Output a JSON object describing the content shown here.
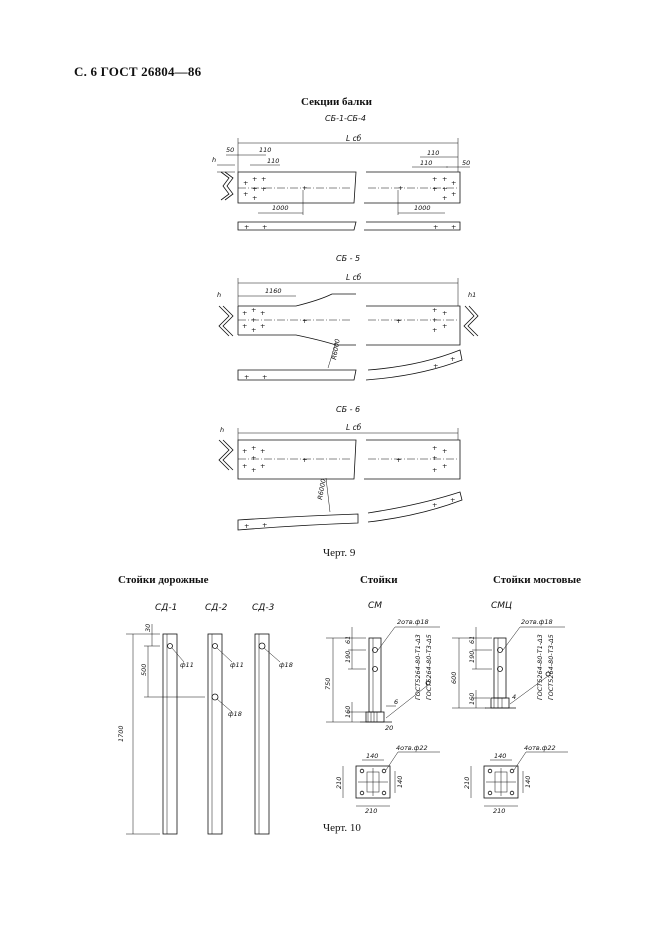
{
  "header": {
    "text": "С. 6 ГОСТ 26804—86"
  },
  "fig9": {
    "title": "Секции балки",
    "caption": "Черт. 9",
    "sections": [
      {
        "label": "СБ-1-СБ-4",
        "length_label": "L сб",
        "dims": [
          "50",
          "110",
          "110",
          "110",
          "110",
          "50",
          "1000",
          "1000"
        ],
        "height_label": "h"
      },
      {
        "label": "СБ - 5",
        "length_label": "L сб",
        "dims": [
          "1160"
        ],
        "radius": "R6000",
        "height_label": "h",
        "height_label_2": "h1"
      },
      {
        "label": "СБ - 6",
        "length_label": "L сб",
        "radius": "R6000",
        "height_label": "h"
      }
    ]
  },
  "fig10": {
    "caption": "Черт. 10",
    "groups": [
      {
        "title": "Стойки дорожные",
        "items": [
          {
            "label": "СД-1",
            "hole": "ф11"
          },
          {
            "label": "СД-2",
            "hole": "ф11",
            "hole2": "ф18"
          },
          {
            "label": "СД-3",
            "hole": "ф18"
          }
        ],
        "dims": [
          "30",
          "500",
          "1700"
        ]
      },
      {
        "title": "Стойки",
        "item": "СМ",
        "holes": "2отв.ф18",
        "weld": "ГОСТ5264-80-Т3-Δ5",
        "weld2": "ГОСТ5264-80-Т1-Δ3",
        "dims": [
          "61",
          "190",
          "750",
          "160",
          "20"
        ],
        "mark": "6",
        "plan": {
          "holes": "4отв.ф22",
          "dims": [
            "140",
            "140",
            "210",
            "210"
          ]
        }
      },
      {
        "title": "Стойки мостовые",
        "item": "СМЦ",
        "holes": "2отв.ф18",
        "weld": "ГОСТ5264-80-Т3-Δ5",
        "weld2": "ГОСТ5264-80-Т1-Δ3",
        "dims": [
          "61",
          "190",
          "600",
          "160"
        ],
        "mark": "4",
        "plan": {
          "holes": "4отв.ф22",
          "dims": [
            "140",
            "140",
            "210",
            "210"
          ]
        }
      }
    ]
  }
}
